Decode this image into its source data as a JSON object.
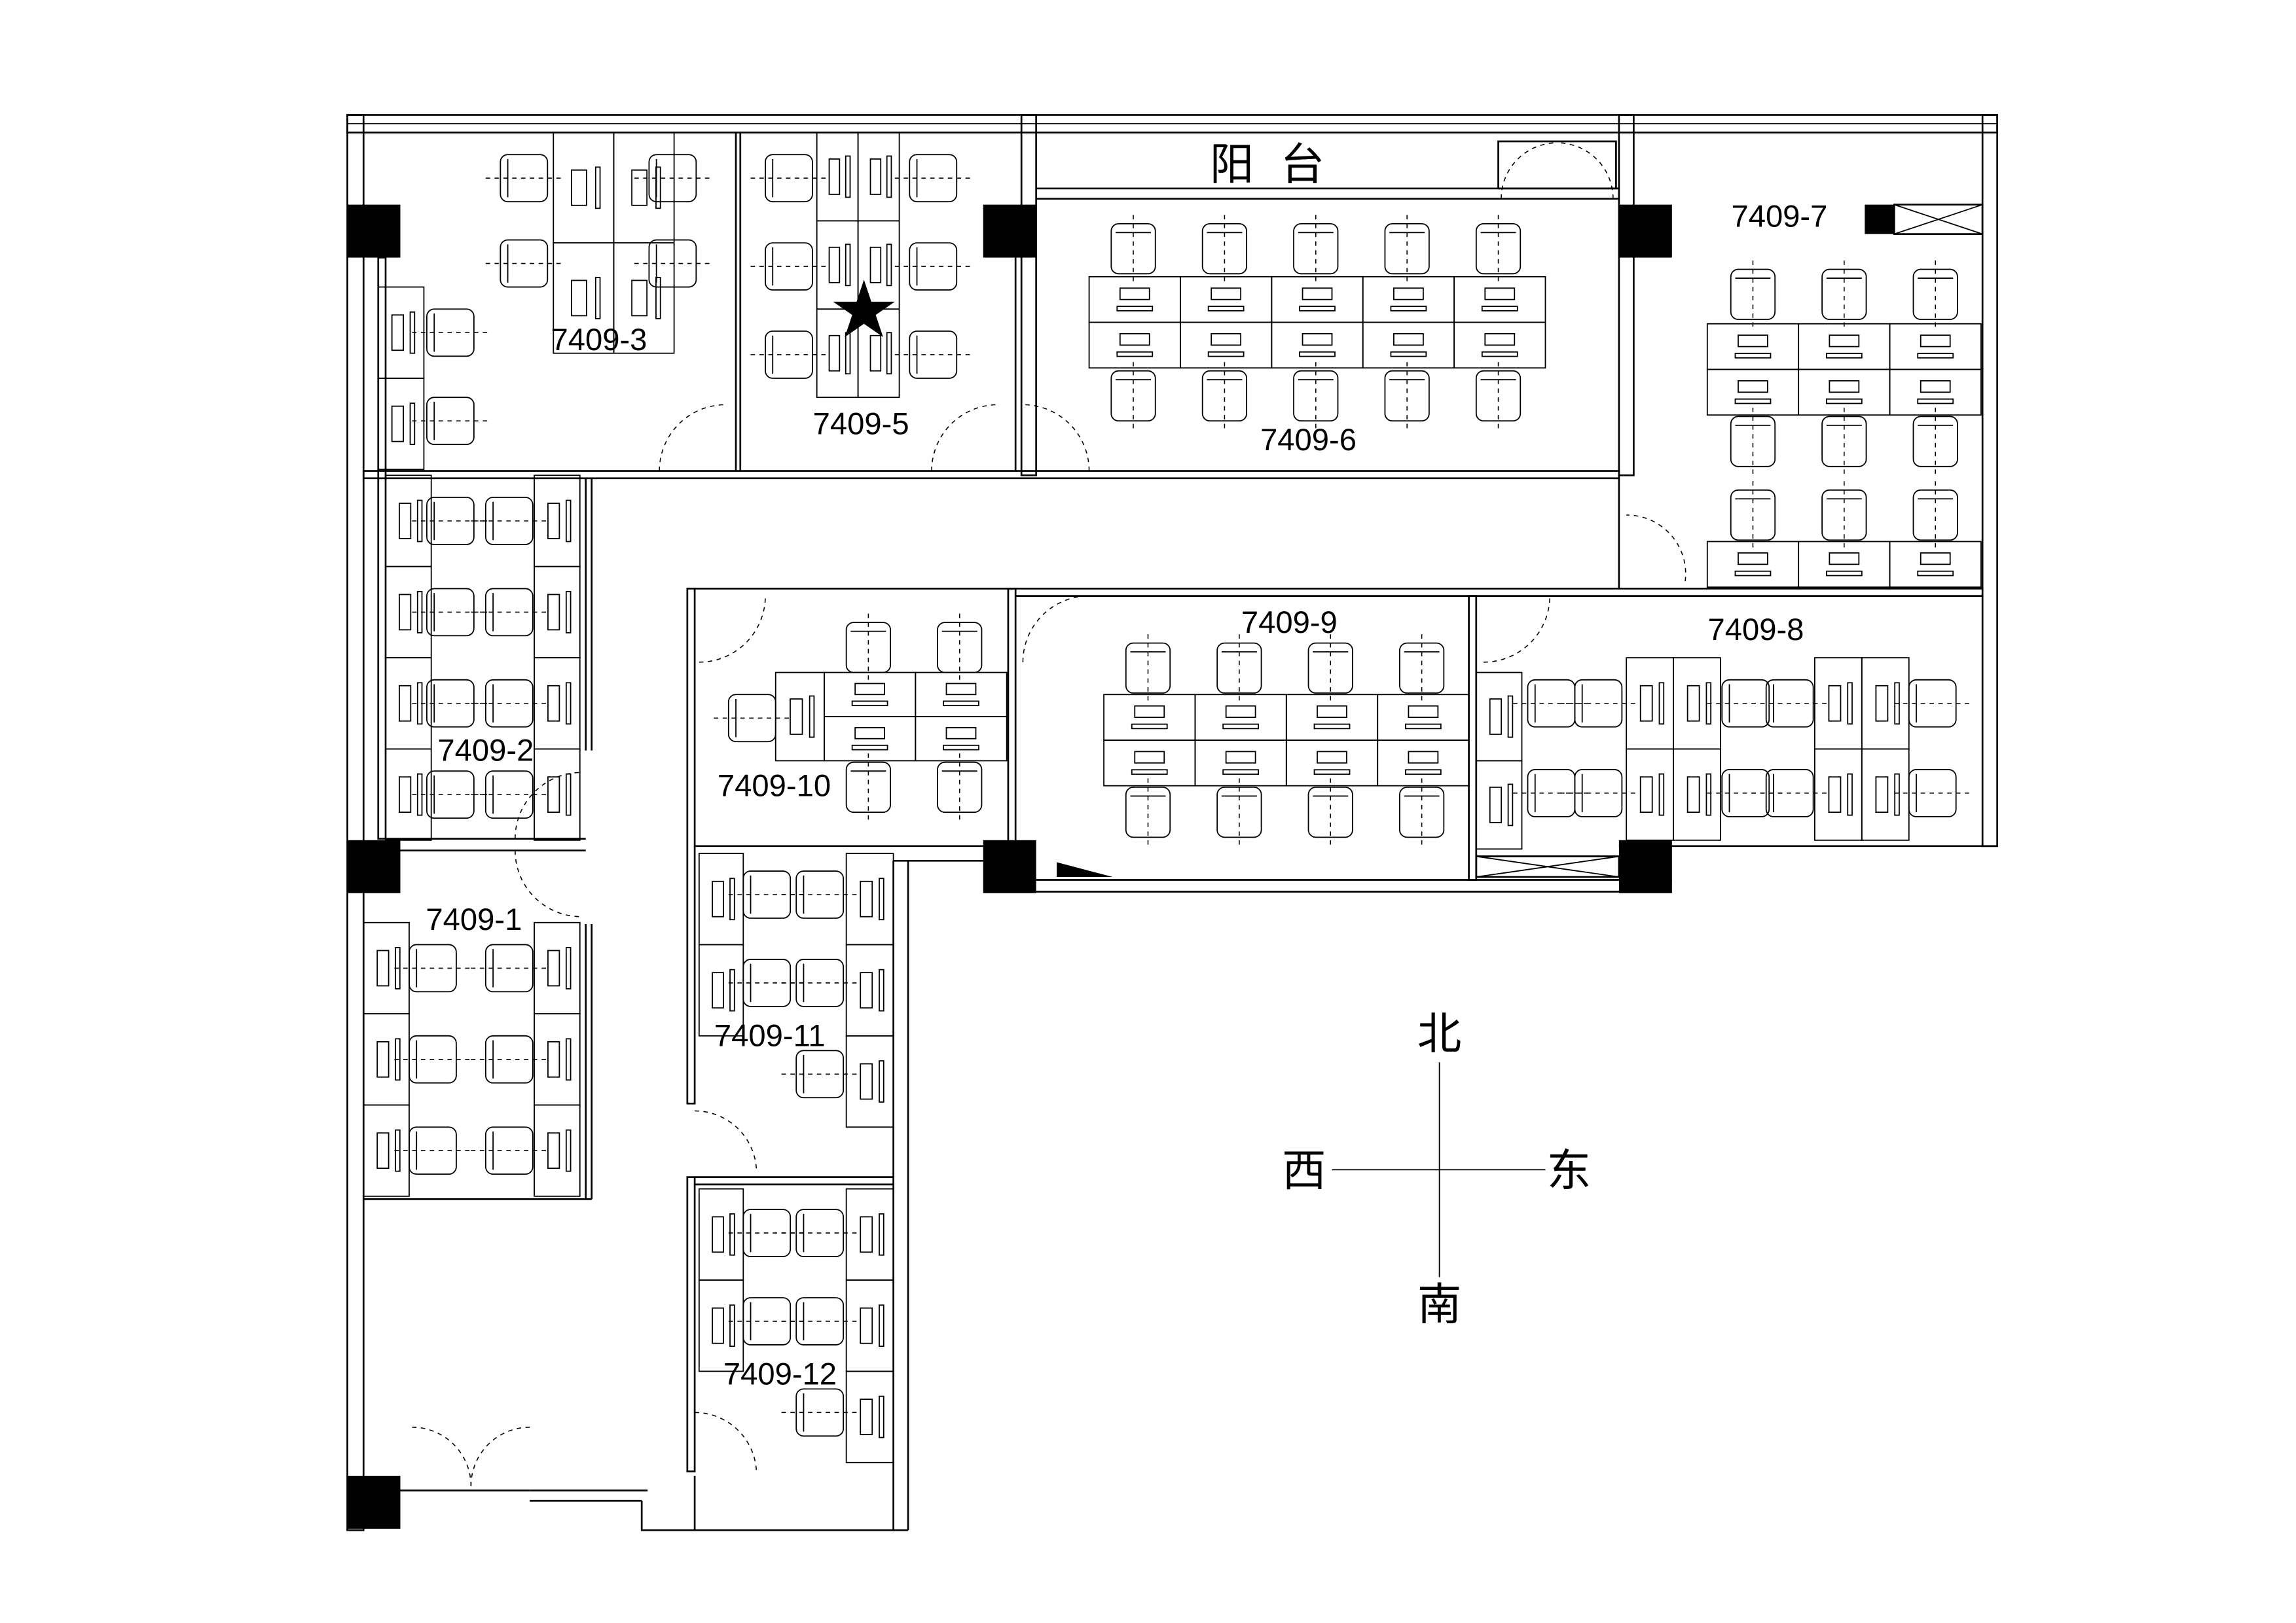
{
  "plan": {
    "balcony_label": "阳台",
    "rooms": [
      {
        "id": "7409-1",
        "label": "7409-1"
      },
      {
        "id": "7409-2",
        "label": "7409-2"
      },
      {
        "id": "7409-3",
        "label": "7409-3"
      },
      {
        "id": "7409-5",
        "label": "7409-5",
        "marked": true
      },
      {
        "id": "7409-6",
        "label": "7409-6"
      },
      {
        "id": "7409-7",
        "label": "7409-7"
      },
      {
        "id": "7409-8",
        "label": "7409-8"
      },
      {
        "id": "7409-9",
        "label": "7409-9"
      },
      {
        "id": "7409-10",
        "label": "7409-10"
      },
      {
        "id": "7409-11",
        "label": "7409-11"
      },
      {
        "id": "7409-12",
        "label": "7409-12"
      }
    ],
    "marker_icon": "star-icon"
  },
  "compass": {
    "north": "北",
    "south": "南",
    "east": "东",
    "west": "西"
  }
}
